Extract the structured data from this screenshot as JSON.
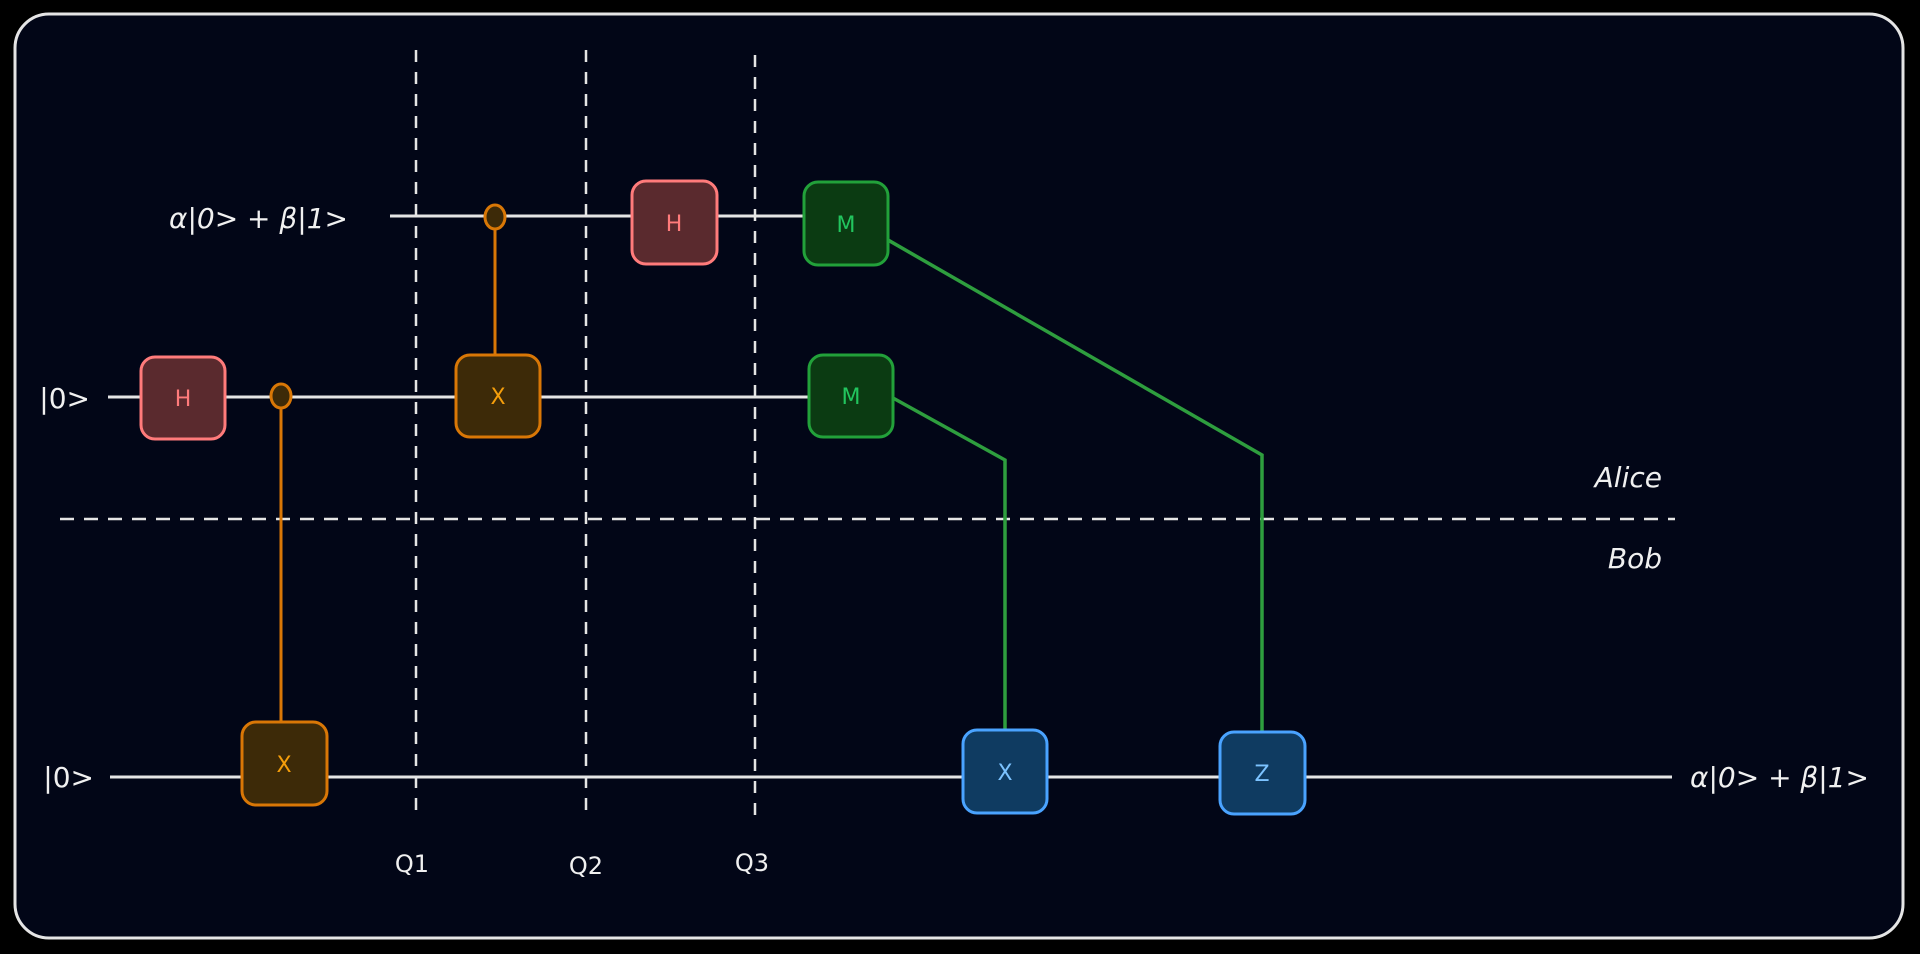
{
  "colors": {
    "background": "#020617",
    "frame": "#e5e5e5",
    "wire": "#e5e5e5",
    "h_fill": "#5a2a2e",
    "h_stroke": "#ff7b7b",
    "h_text": "#ff7b7b",
    "x_ctrl_fill": "#3d2a08",
    "x_ctrl_stroke": "#d97706",
    "x_ctrl_text": "#f59e0b",
    "m_fill": "#0b3b12",
    "m_stroke": "#22a13a",
    "m_text": "#22c55e",
    "bob_fill": "#0f3b61",
    "bob_stroke": "#4aa3ff",
    "bob_text": "#7cc3ff",
    "classical_wire": "#2e9e3e",
    "control_line": "#d97706"
  },
  "qubits": [
    {
      "label": "α|0> + β|1>"
    },
    {
      "label": "|0>"
    },
    {
      "label": "|0>"
    }
  ],
  "output_label": "α|0> + β|1>",
  "parties": {
    "alice": "Alice",
    "bob": "Bob"
  },
  "checkpoints": [
    "Q1",
    "Q2",
    "Q3"
  ],
  "gates": {
    "h_q1": "H",
    "x_q2": "X",
    "h_q0": "H",
    "x_q1": "X",
    "m_q0": "M",
    "m_q1": "M",
    "x_bob": "X",
    "z_bob": "Z"
  }
}
